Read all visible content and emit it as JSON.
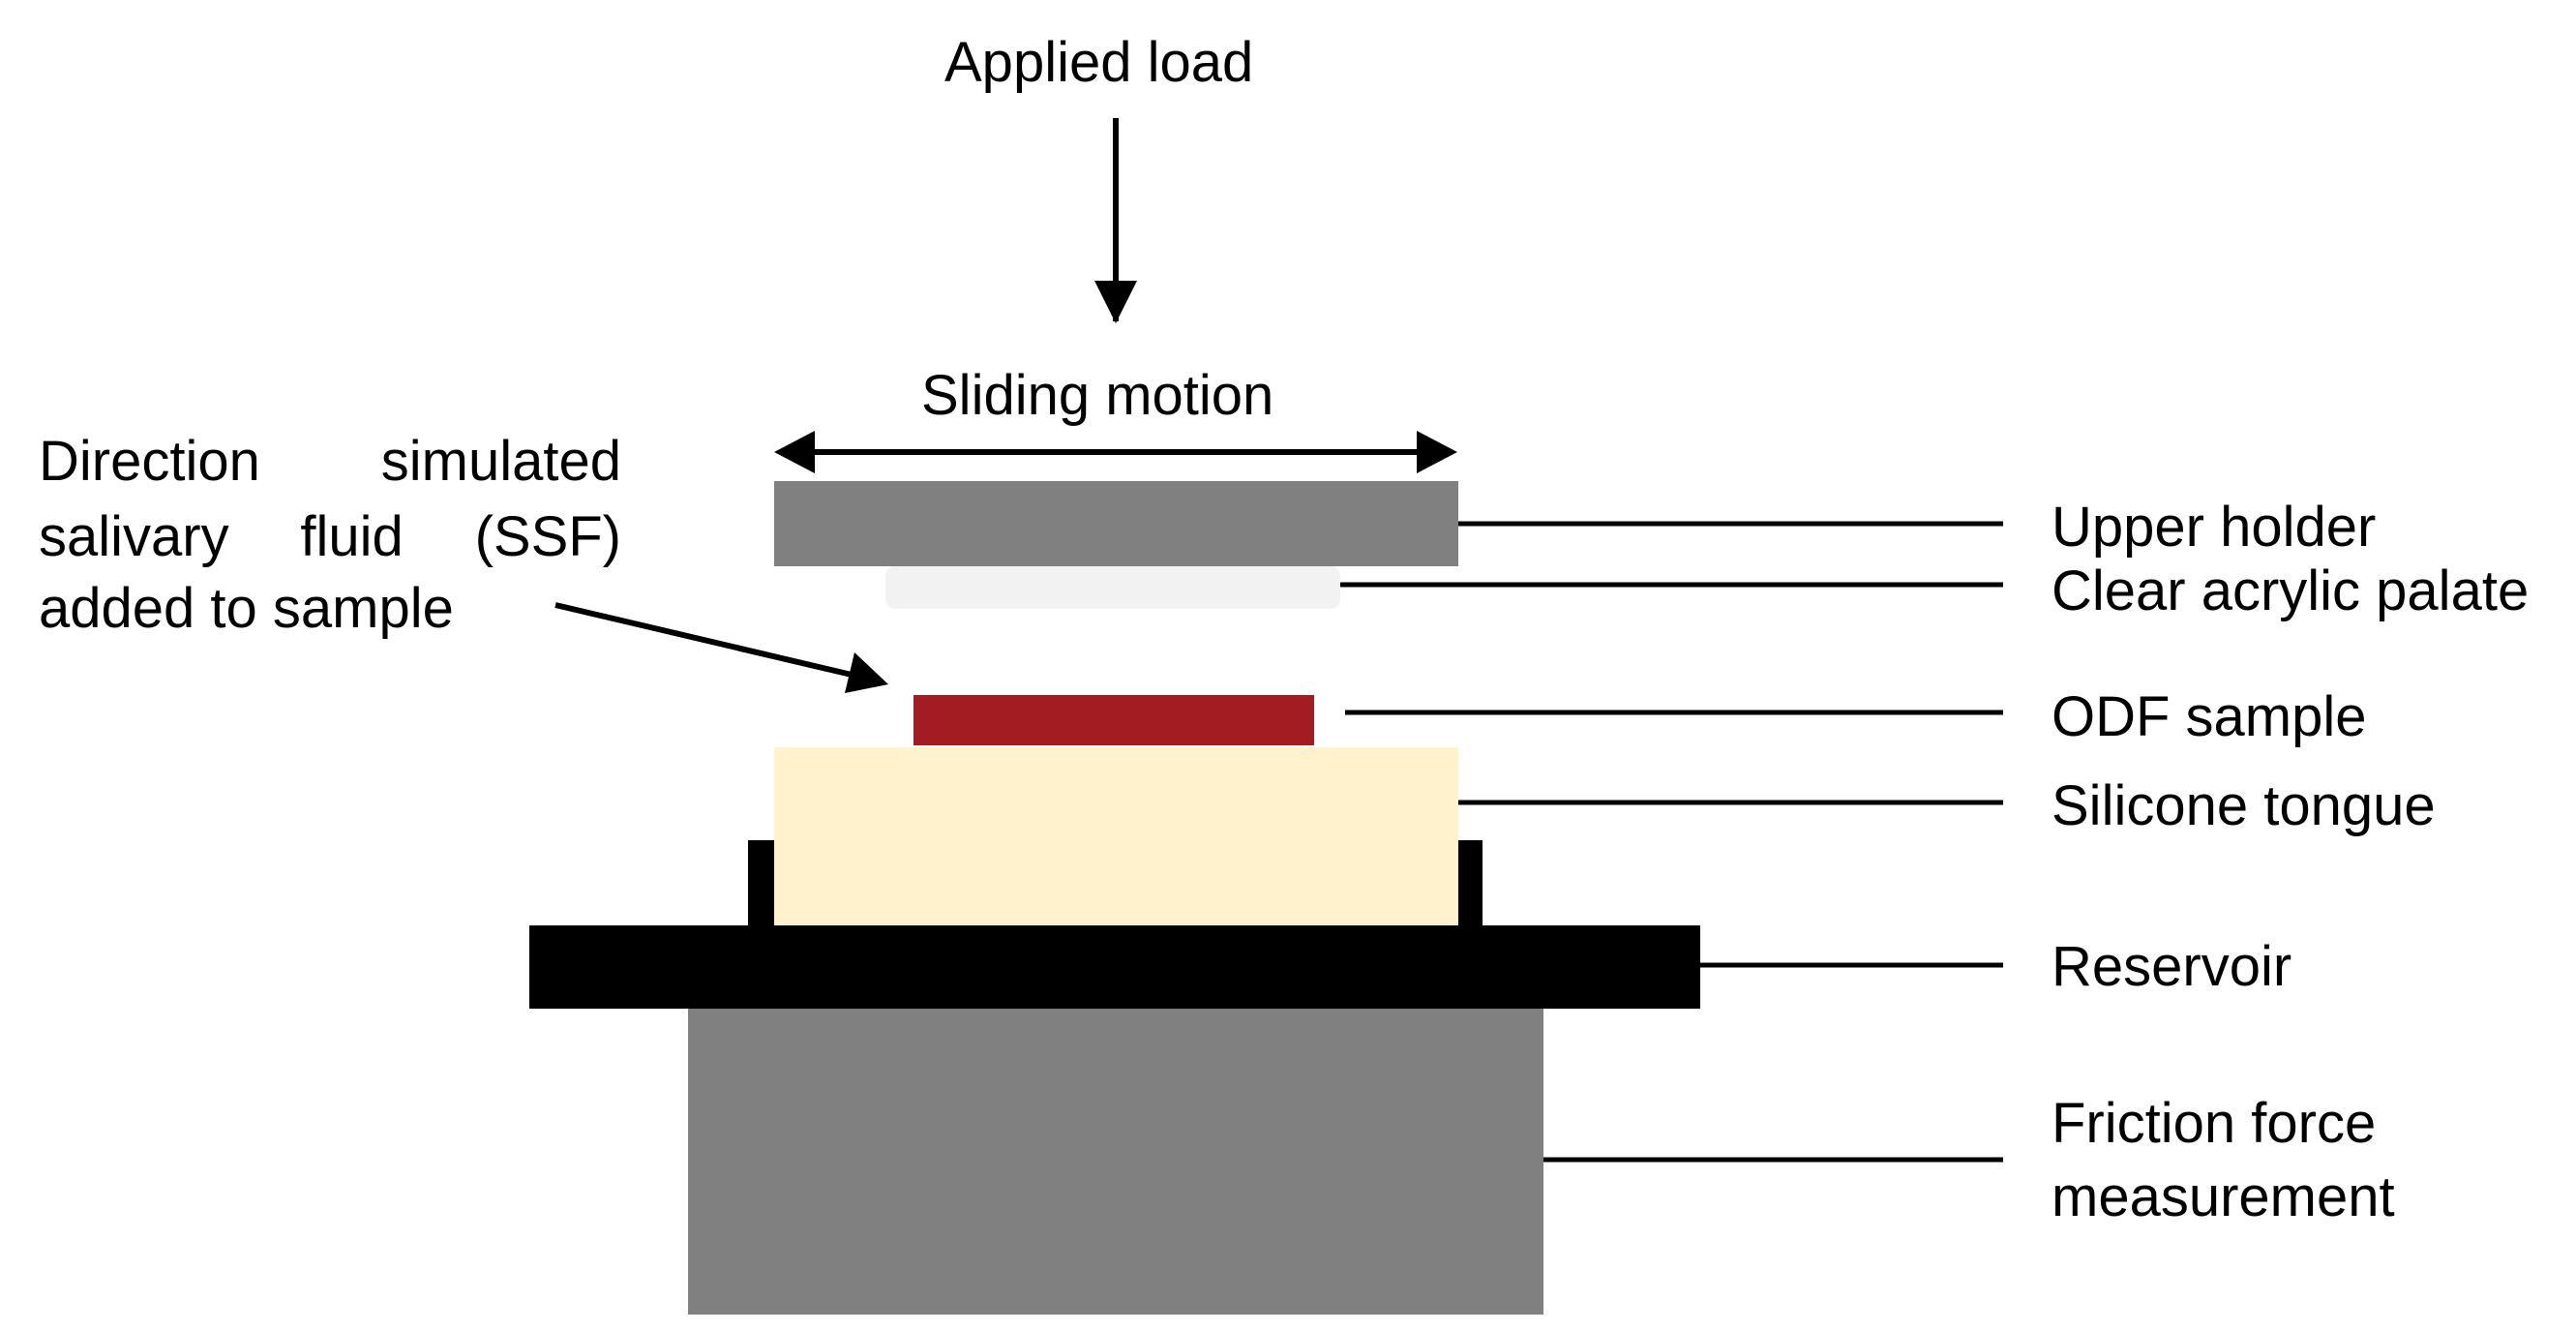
{
  "labels": {
    "applied_load": "Applied load",
    "sliding_motion": "Sliding motion",
    "ssf_line1": "Direction simulated",
    "ssf_line2": "salivary fluid (SSF)",
    "ssf_line3": "added to sample",
    "upper_holder": "Upper holder",
    "clear_acrylic_palate": "Clear acrylic palate",
    "odf_sample": "ODF sample",
    "silicone_tongue": "Silicone tongue",
    "reservoir": "Reservoir",
    "friction_line1": "Friction force",
    "friction_line2": "measurement"
  },
  "colors": {
    "holder_grey": "#808080",
    "palate": "#f2f2f2",
    "odf_sample": "#a31c21",
    "silicone_tongue": "#fff2cc",
    "reservoir": "#000000",
    "line": "#000000"
  }
}
